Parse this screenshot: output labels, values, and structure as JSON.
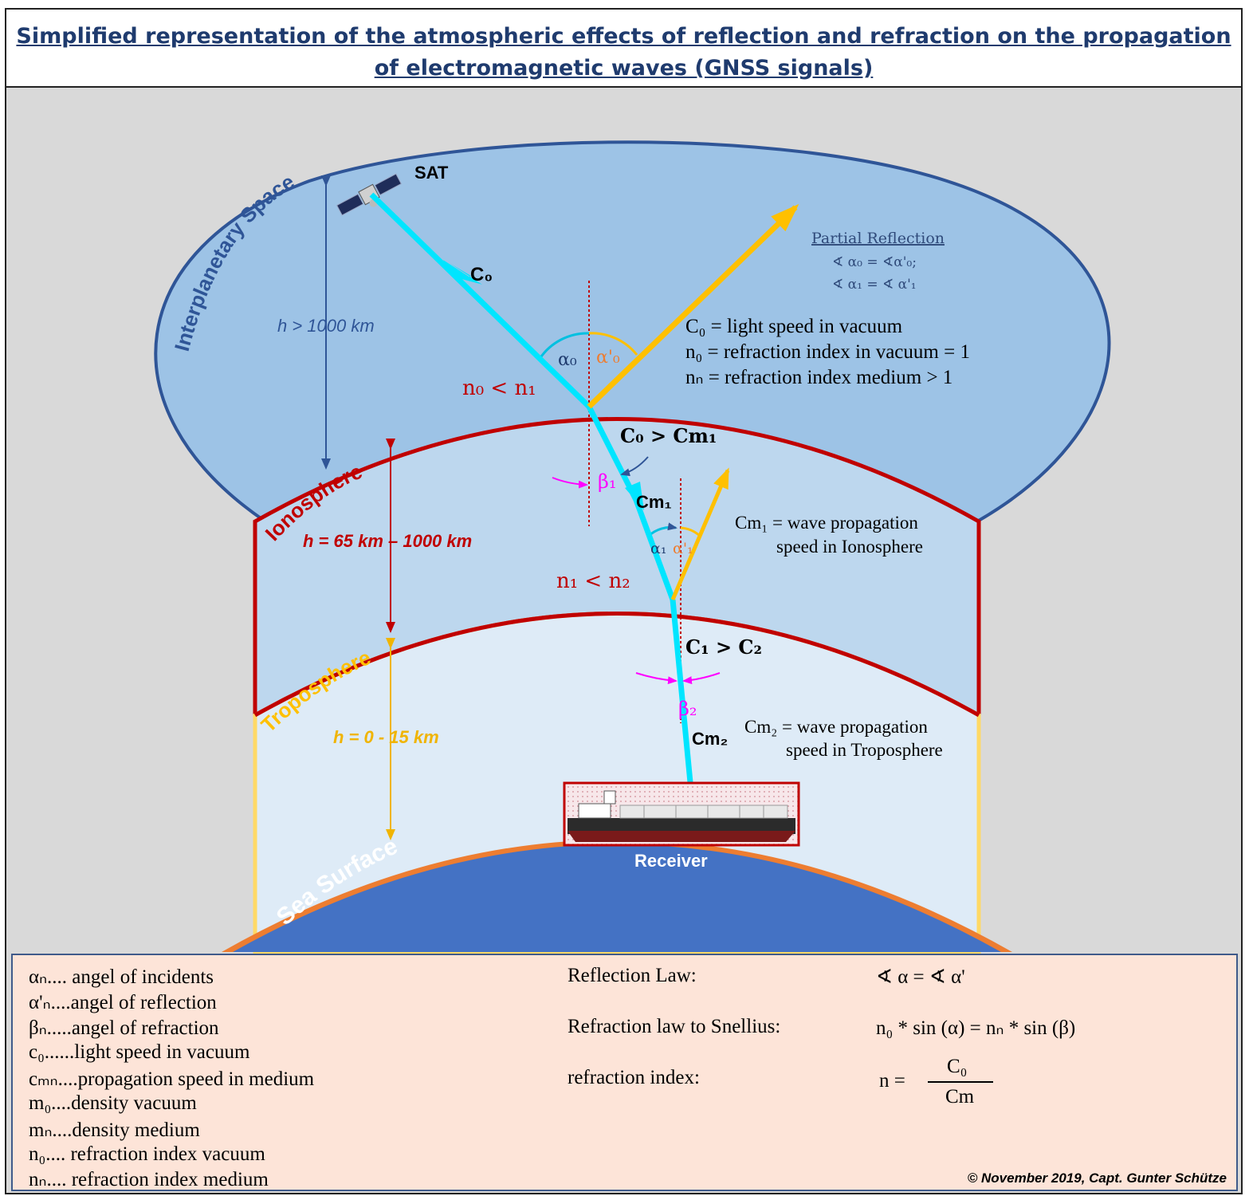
{
  "title": "Simplified representation of the atmospheric effects of reflection and refraction on the propagation of electromagnetic waves (GNSS signals)",
  "layers": {
    "space": "Interplanetary Space",
    "space_height": "h > 1000 km",
    "ionosphere": "Ionosphere",
    "ionosphere_height": "h =  65 km – 1000 km",
    "troposphere": "Troposphere",
    "troposphere_height": "h = 0 - 15 km",
    "sea": "Sea Surface"
  },
  "sat_label": "SAT",
  "receiver_label": "Receiver",
  "partial_reflection": {
    "heading": "Partial Reflection",
    "line1": "∢ α₀ = ∢α'₀;",
    "line2": "∢ α₁ = ∢ α'₁"
  },
  "definitions": {
    "c0": "C₀  =  light speed in vacuum",
    "n0": "n₀ =  refraction index in vacuum = 1",
    "nn": "nₙ =  refraction index medium > 1",
    "cm1_line1": "Cm₁ = wave propagation",
    "cm1_line2": "speed in Ionosphere",
    "cm2_line1": "Cm₂ = wave propagation",
    "cm2_line2": "speed in Troposphere"
  },
  "ray_labels": {
    "c0": "C₀",
    "alpha0": "α₀",
    "alpha0_prime": "α'₀",
    "n0_n1": "n₀ < n₁",
    "c0_cm1": "C₀ > Cm₁",
    "beta1": "β₁",
    "cm1": "Cm₁",
    "alpha1": "α₁",
    "alpha1_prime": "α'₁",
    "n1_n2": "n₁ < n₂",
    "c1_c2": "C₁ > C₂",
    "beta2": "β₂",
    "cm2": "Cm₂"
  },
  "legend": [
    "αₙ.... angel of incidents",
    "α'ₙ....angel of reflection",
    "βₙ.....angel of refraction",
    "c₀......light speed in vacuum",
    "cₘₙ....propagation speed in medium",
    "m₀....density vacuum",
    "mₙ....density medium",
    "n₀.... refraction index vacuum",
    "nₙ.... refraction index medium"
  ],
  "laws": {
    "reflection_label": "Reflection Law:",
    "reflection_value": "∢ α = ∢ α'",
    "refraction_label": "Refraction law to Snellius:",
    "refraction_value": "n₀ * sin (α) = nₙ * sin (β)",
    "index_label": "refraction index:",
    "index_lhs": "n =",
    "index_num": "C₀",
    "index_den": "Cm"
  },
  "copyright": "© November 2019, Capt. Gunter Schütze",
  "colors": {
    "space_fill": "#9dc3e6",
    "space_border": "#2f5597",
    "ionosphere_fill": "#bdd7ee",
    "ionosphere_border": "#c00000",
    "troposphere_fill": "#deebf7",
    "troposphere_border": "#ffd966",
    "sea_fill": "#4472c4",
    "sea_rim": "#ed7d31",
    "ray": "#00e5ff",
    "reflected_ray": "#ffc000",
    "refraction_marker": "#ff00ff",
    "legend_fill": "#fde4d8"
  }
}
